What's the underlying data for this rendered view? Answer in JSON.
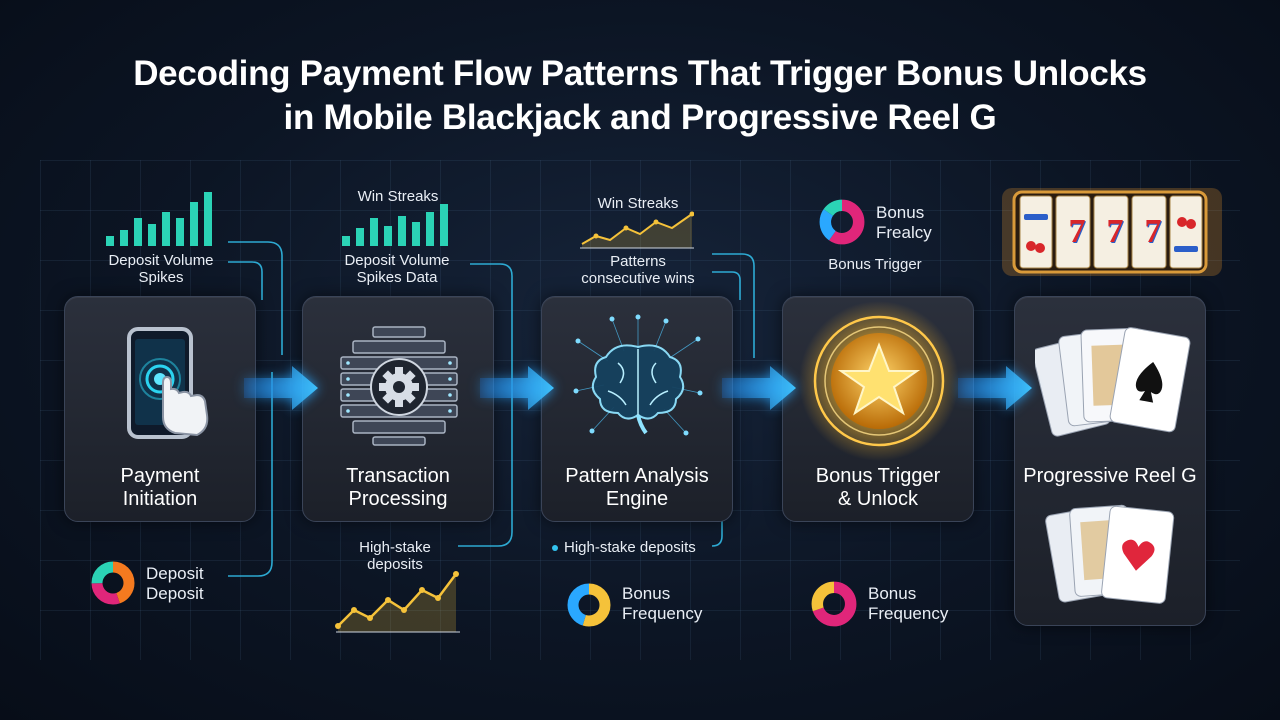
{
  "title": {
    "line1": "Decoding Payment Flow Patterns That Trigger Bonus Unlocks",
    "line2": "in Mobile Blackjack and Progressive Reel G"
  },
  "stages": [
    {
      "label_line1": "Payment",
      "label_line2": "Initiation",
      "icon": "phone-tap-icon"
    },
    {
      "label_line1": "Transaction",
      "label_line2": "Processing",
      "icon": "server-gear-icon"
    },
    {
      "label_line1": "Pattern Analysis",
      "label_line2": "Engine",
      "icon": "brain-network-icon"
    },
    {
      "label_line1": "Bonus Trigger",
      "label_line2": "& Unlock",
      "icon": "star-badge-icon"
    },
    {
      "label_line1": "Progressive Reel G",
      "label_line2": "",
      "icon": "playing-cards-icon"
    }
  ],
  "annotations": {
    "deposit_volume_spikes": {
      "line1": "Deposit Volume",
      "line2": "Spikes"
    },
    "deposit_deposit": {
      "line1": "Deposit",
      "line2": "Deposit"
    },
    "win_streaks_1": "Win Streaks",
    "deposit_volume_spikes_data": {
      "line1": "Deposit Volume",
      "line2": "Spikes Data"
    },
    "high_stake_deposits_1": {
      "line1": "High-stake",
      "line2": "deposits"
    },
    "win_streaks_2": "Win Streaks",
    "patterns_consecutive": {
      "line1": "Patterns",
      "line2": "consecutive wins"
    },
    "high_stake_deposits_2": "High-stake deposits",
    "bonus_frequency_1": {
      "line1": "Bonus",
      "line2": "Frequency"
    },
    "bonus_frealcy": {
      "line1": "Bonus",
      "line2": "Frealcy"
    },
    "bonus_trigger": "Bonus Trigger",
    "bonus_frequency_2": {
      "line1": "Bonus",
      "line2": "Frequency"
    }
  },
  "slot_reels": [
    "7",
    "7",
    "7"
  ],
  "colors": {
    "arrow": "#2aa8ff",
    "teal": "#2bd3b6",
    "gold": "#f5c23a",
    "connector": "#33c3f0",
    "magenta": "#e0267a"
  }
}
